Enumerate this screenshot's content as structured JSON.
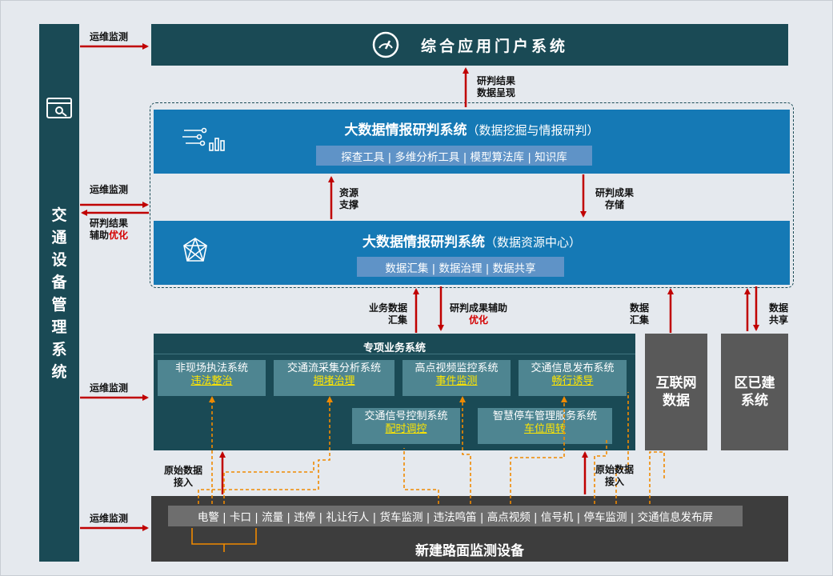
{
  "left_system": {
    "title": "交通设备管理系统"
  },
  "portal": {
    "title": "综合应用门户系统"
  },
  "bigdata_top": {
    "title": "大数据情报研判系统",
    "subtitle": "（数据挖掘与情报研判）",
    "tools": "探查工具 | 多维分析工具 | 模型算法库 | 知识库"
  },
  "bigdata_bottom": {
    "title": "大数据情报研判系统",
    "subtitle": "（数据资源中心）",
    "tools": "数据汇集 | 数据治理 | 数据共享"
  },
  "special": {
    "title": "专项业务系统",
    "subsystems": [
      {
        "name": "非现场执法系统",
        "tag": "违法整治"
      },
      {
        "name": "交通流采集分析系统",
        "tag": "拥堵治理"
      },
      {
        "name": "高点视频监控系统",
        "tag": "事件监测"
      },
      {
        "name": "交通信息发布系统",
        "tag": "畅行诱导"
      },
      {
        "name": "交通信号控制系统",
        "tag": "配时调控"
      },
      {
        "name": "智慧停车管理服务系统",
        "tag": "车位周转"
      }
    ]
  },
  "internet": {
    "title": "互联网\n数据"
  },
  "district": {
    "title": "区已建\n系统"
  },
  "devices": {
    "title": "新建路面监测设备",
    "items": "电警 | 卡口 | 流量 | 违停 | 礼让行人 | 货车监测 | 违法鸣笛 | 高点视频 | 信号机 | 停车监测 | 交通信息发布屏"
  },
  "labels": {
    "ops1": "运维监测",
    "ops2": "运维监测",
    "ops3": "运维监测",
    "ops4": "运维监测",
    "judge_result_1": "研判结果",
    "judge_result_2": "辅助",
    "judge_result_3": "优化",
    "portal_arrow_1": "研判结果",
    "portal_arrow_2": "数据呈现",
    "resource_1": "资源",
    "resource_2": "支撑",
    "store_1": "研判成果",
    "store_2": "存储",
    "biz_1": "业务数据",
    "biz_2": "汇集",
    "opt_1": "研判成果辅助",
    "opt_2": "优化",
    "inet_1": "数据",
    "inet_2": "汇集",
    "share_1": "数据",
    "share_2": "共享",
    "raw_left_1": "原始数据",
    "raw_left_2": "接入",
    "raw_right_1": "原始数据",
    "raw_right_2": "接入"
  },
  "colors": {
    "arrow": "#c00000",
    "dashed": "#f08a00",
    "panel_dark": "#1a4a55",
    "panel_blue": "#1579b5"
  }
}
